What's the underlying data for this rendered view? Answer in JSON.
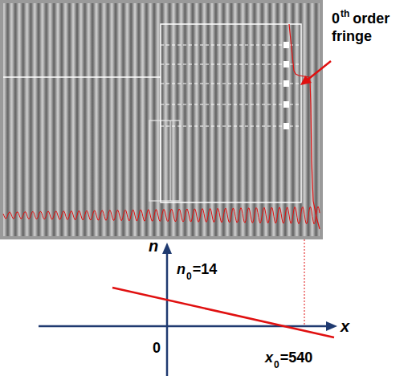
{
  "diagram": {
    "labels": [
      "0",
      "th",
      "order",
      "fringe",
      "n",
      "x",
      "0",
      "n",
      "0",
      "=14",
      "x",
      "0",
      "=540"
    ]
  }
}
